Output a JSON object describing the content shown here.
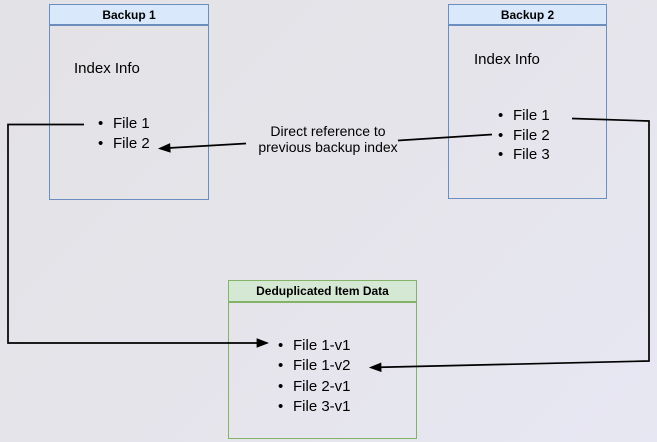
{
  "diagram": {
    "backup1": {
      "title": "Backup 1",
      "index_label": "Index Info",
      "files": [
        "File 1",
        "File 2"
      ]
    },
    "backup2": {
      "title": "Backup 2",
      "index_label": "Index Info",
      "files": [
        "File 1",
        "File 2",
        "File 3"
      ]
    },
    "dedup": {
      "title": "Deduplicated Item Data",
      "files": [
        "File 1-v1",
        "File 1-v2",
        "File 2-v1",
        "File 3-v1"
      ]
    },
    "annotation": "Direct reference to\nprevious backup index",
    "arrows": [
      {
        "from": "Backup 1 / File 1",
        "to": "Deduplicated Item Data / File 1-v1",
        "label": ""
      },
      {
        "from": "Backup 2 / File 1",
        "to": "Deduplicated Item Data / File 1-v2",
        "label": ""
      },
      {
        "from": "Backup 2 / File 2",
        "to": "Backup 1 / File 2",
        "label": "Direct reference to previous backup index"
      }
    ],
    "colors": {
      "blue_fill": "#dae8fc",
      "blue_border": "#6c8ebf",
      "green_fill": "#d5e8d4",
      "green_border": "#82b366",
      "arrow": "#000000",
      "text": "#000000",
      "background": "#e5e5ee"
    }
  }
}
